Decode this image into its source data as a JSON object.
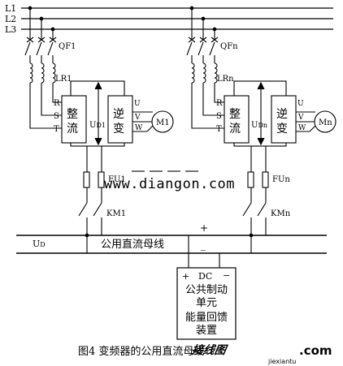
{
  "bus_lines": [
    "L1",
    "L2",
    "L3"
  ],
  "unit1": {
    "breaker": "QF1",
    "reactor": "LR1",
    "phase_in": [
      "R",
      "S",
      "T"
    ],
    "rectifier": [
      "整",
      "流"
    ],
    "dc_voltage": "U",
    "dc_voltage_sub": "D1",
    "inverter": [
      "逆",
      "变"
    ],
    "phase_out": [
      "U",
      "V",
      "W"
    ],
    "motor": "M1",
    "fuse": "FU1",
    "contactor": "KM1"
  },
  "unitn": {
    "breaker": "QFn",
    "reactor": "LRn",
    "phase_in": [
      "R",
      "S",
      "T"
    ],
    "rectifier": [
      "整",
      "流"
    ],
    "dc_voltage": "U",
    "dc_voltage_sub": "Dn",
    "inverter": [
      "逆",
      "变"
    ],
    "phase_out": [
      "U",
      "V",
      "W"
    ],
    "motor": "Mn",
    "fuse": "FUn",
    "contactor": "KMn"
  },
  "common_bus": {
    "voltage_label": "U",
    "voltage_sub": "D",
    "label": "公用直流母线",
    "plus": "+",
    "minus": "_"
  },
  "braking_unit": {
    "plus": "+",
    "dc": "DC",
    "minus": "−",
    "lines": [
      "公共制动",
      "单元",
      "能量回馈",
      "装置"
    ]
  },
  "watermark": "www.diangon.com",
  "caption": "图4  变频器的公用直流母线",
  "corner_logo": {
    "brand": "接线图",
    "domain": ".com",
    "subdomain": "jiexiantu"
  },
  "colors": {
    "line": "#000000",
    "watermark": "#1a1a1a",
    "logo": "#c0392b"
  }
}
